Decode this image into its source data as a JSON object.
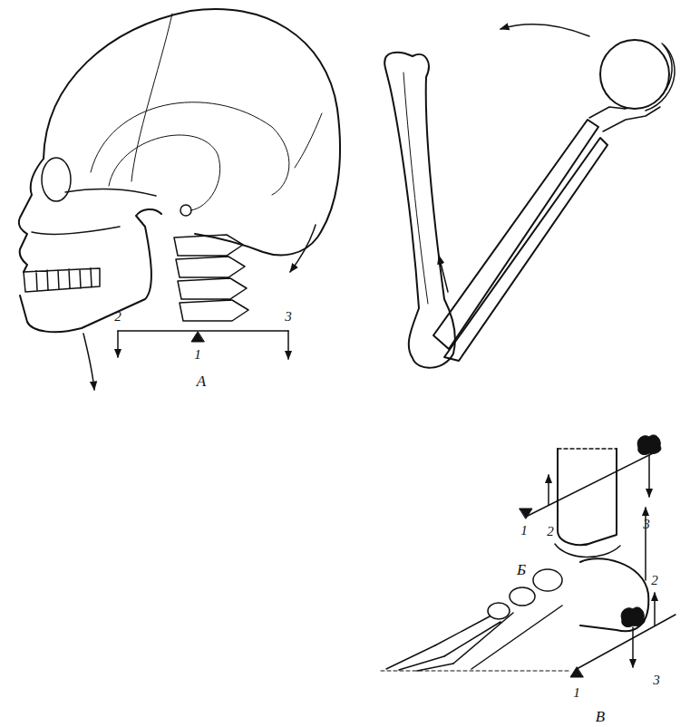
{
  "diagram": {
    "labels": [
      "2",
      "3",
      "1",
      "А",
      "1",
      "2",
      "3",
      "Б",
      "2",
      "1",
      "3",
      "В"
    ]
  }
}
